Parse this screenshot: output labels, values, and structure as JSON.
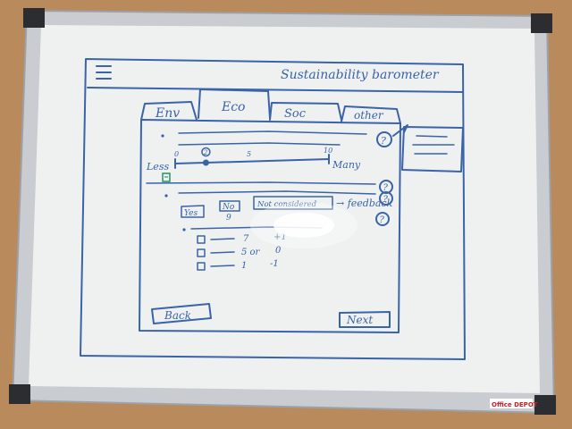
{
  "header": {
    "title": "Sustainability barometer"
  },
  "tabs": [
    {
      "label": "Env"
    },
    {
      "label": "Eco"
    },
    {
      "label": "Soc"
    },
    {
      "label": "other"
    }
  ],
  "slider": {
    "min_label": "Less",
    "max_label": "Many",
    "tick_min": "0",
    "tick_mid": "5",
    "tick_max": "10",
    "value_label": "2",
    "value_fraction": 0.2
  },
  "question": {
    "yes_label": "Yes",
    "no_label": "No",
    "no_count": "9",
    "not_considered_label": "Not considered",
    "feedback_text": "→ feedback"
  },
  "checklist": [
    {
      "number": "7",
      "score": "+1"
    },
    {
      "number": "5 or",
      "score": "0"
    },
    {
      "number": "1",
      "score": "-1"
    }
  ],
  "help": {
    "icon_glyph": "?"
  },
  "nav": {
    "back_label": "Back",
    "next_label": "Next"
  },
  "brand": {
    "logo_text": "Office DEPOT"
  },
  "colors": {
    "ink": "#3a63a8",
    "board": "#f2f3f2",
    "frame": "#c9ccd0",
    "desk": "#b88a5c",
    "logo_red": "#c8202a"
  }
}
